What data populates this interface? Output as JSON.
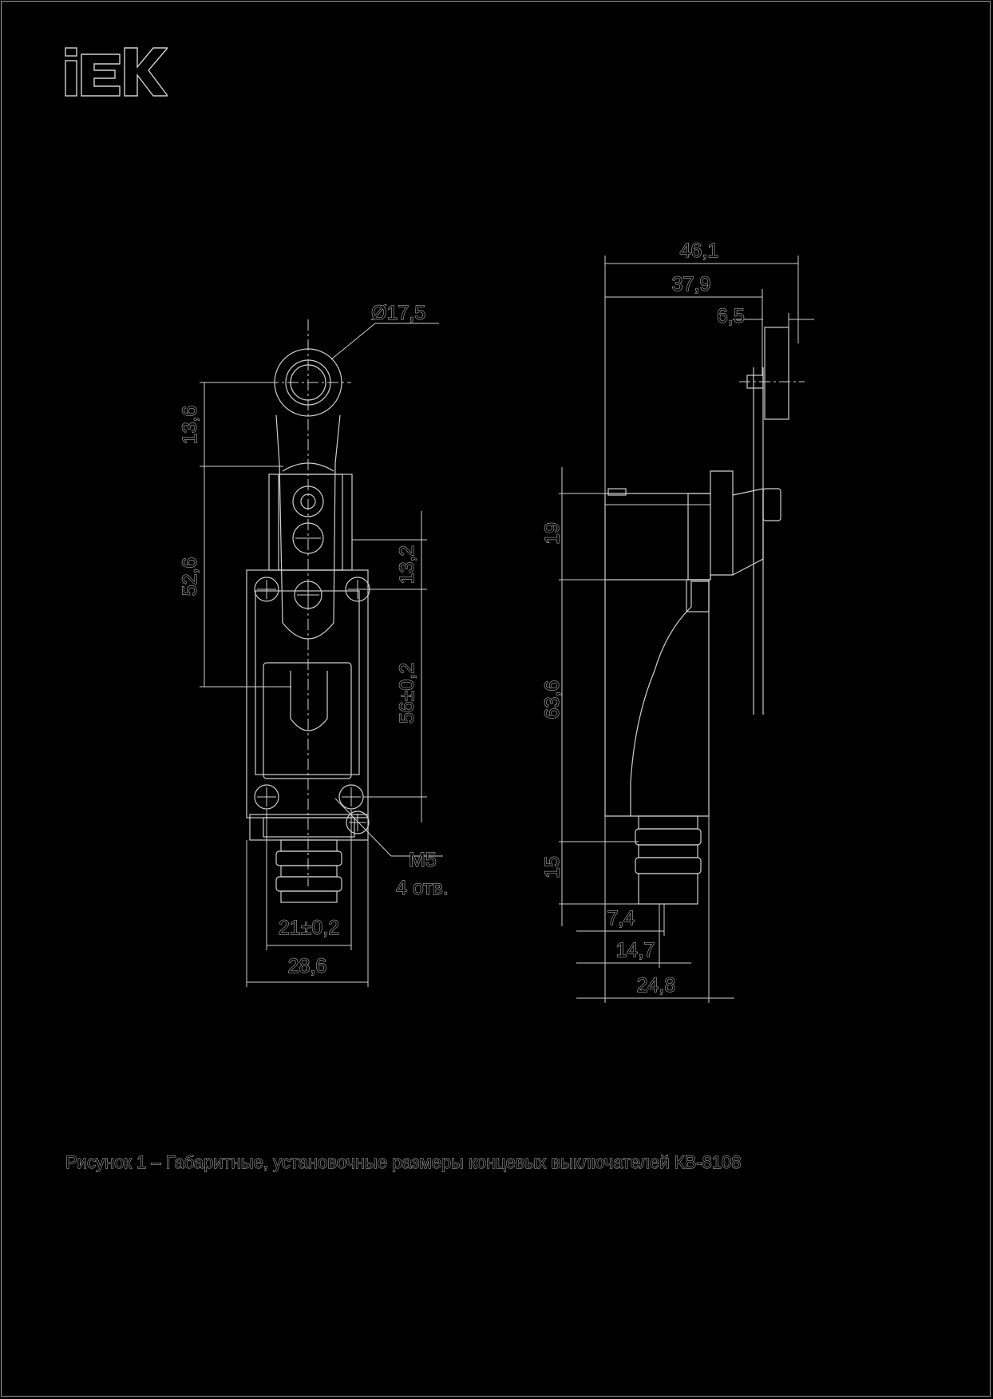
{
  "brand": {
    "logo_text": "IEK"
  },
  "front_view": {
    "roller_diameter": "Ø17,5",
    "dim_roller_to_top": "13,6",
    "dim_lever_height": "52,6",
    "dim_head_offset": "13,2",
    "dim_mount_spacing_v": "56±0,2",
    "dim_mount_spacing_h": "21±0,2",
    "dim_body_width": "28,6",
    "thread_label": "M5",
    "holes_label": "4 отв."
  },
  "side_view": {
    "dim_total_width": "46,1",
    "dim_lever_reach": "37,9",
    "dim_roller_width": "6,5",
    "dim_head_height": "19",
    "dim_body_height": "63,6",
    "dim_gland_height": "15",
    "dim_gland_offset": "7,4",
    "dim_gland_width": "14,7",
    "dim_body_depth": "24,8"
  },
  "caption": "Рисунок 1 – Габаритные, установочные размеры концевых выключателей КВ-8108"
}
